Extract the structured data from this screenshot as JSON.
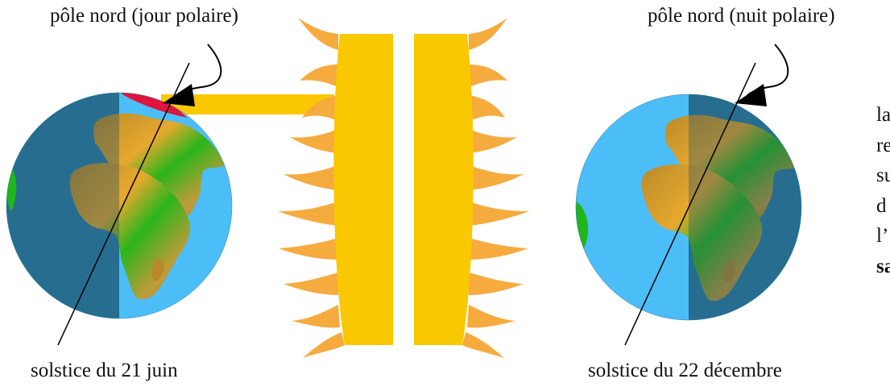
{
  "labels": {
    "north_pole_day": "pôle nord (jour polaire)",
    "north_pole_night": "pôle nord (nuit polaire)",
    "solstice_june": "solstice du 21 juin",
    "solstice_december": "solstice du 22 décembre"
  },
  "side_text": {
    "lines": [
      "la",
      "re",
      "su",
      "d",
      "l’",
      "sa"
    ],
    "last_line_bold": true
  },
  "colors": {
    "ocean_lit": "#4bbef8",
    "ocean_shadow": "#2f7fa6",
    "sun_core": "#f9c800",
    "sun_rays": "#f6ab3e",
    "polar_day_cap": "#e0143c",
    "land_green": "#1fb71a",
    "land_tan": "#c9a23a",
    "arrow": "#000000"
  },
  "icons": [
    "earth-globe-icon",
    "sun-icon",
    "arrow-icon"
  ]
}
